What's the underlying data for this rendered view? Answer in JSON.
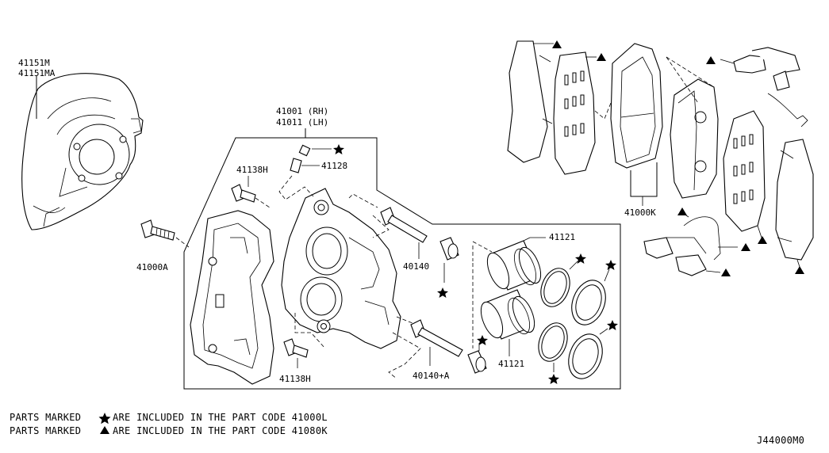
{
  "labels": {
    "backing_plate_1": "41151M",
    "backing_plate_2": "41151MA",
    "caliper_rh": "41001 (RH)",
    "caliper_lh": "41011 (LH)",
    "bolt_upper": "41138H",
    "bleeder": "41128",
    "bolt_lower": "41138H",
    "mount_bolt": "41000A",
    "pin_upper": "40140",
    "pin_lower": "40140+A",
    "piston_upper": "41121",
    "piston_lower": "41121",
    "pad_kit": "41000K"
  },
  "notes": {
    "star_prefix": "PARTS MARKED",
    "star_suffix": "ARE INCLUDED IN THE PART CODE 41000L",
    "triangle_prefix": "PARTS MARKED",
    "triangle_suffix": "ARE INCLUDED IN THE PART CODE 41080K"
  },
  "diagram_code": "J44000M0",
  "icons": {
    "star": "star-marker-icon",
    "triangle": "triangle-marker-icon"
  }
}
